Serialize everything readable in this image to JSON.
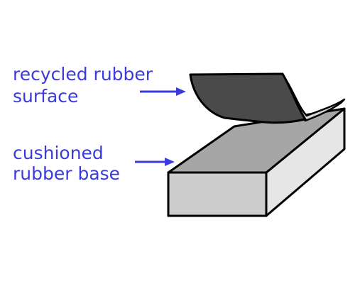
{
  "labels": {
    "surface": {
      "line1": "recycled rubber",
      "line2": "surface"
    },
    "base": {
      "line1": "cushioned",
      "line2": "rubber base"
    }
  },
  "colors": {
    "label_text": "#3b3bdb",
    "arrow": "#3b3bdb",
    "outline": "#000000",
    "surface_layer": "#4a4a4a",
    "surface_edge": "#d8d8d8",
    "base_top": "#a6a6a6",
    "base_front": "#cdcdcd",
    "base_side": "#e6e6e6",
    "background": "#ffffff"
  },
  "icons": {
    "arrow": "right-arrow-icon"
  }
}
